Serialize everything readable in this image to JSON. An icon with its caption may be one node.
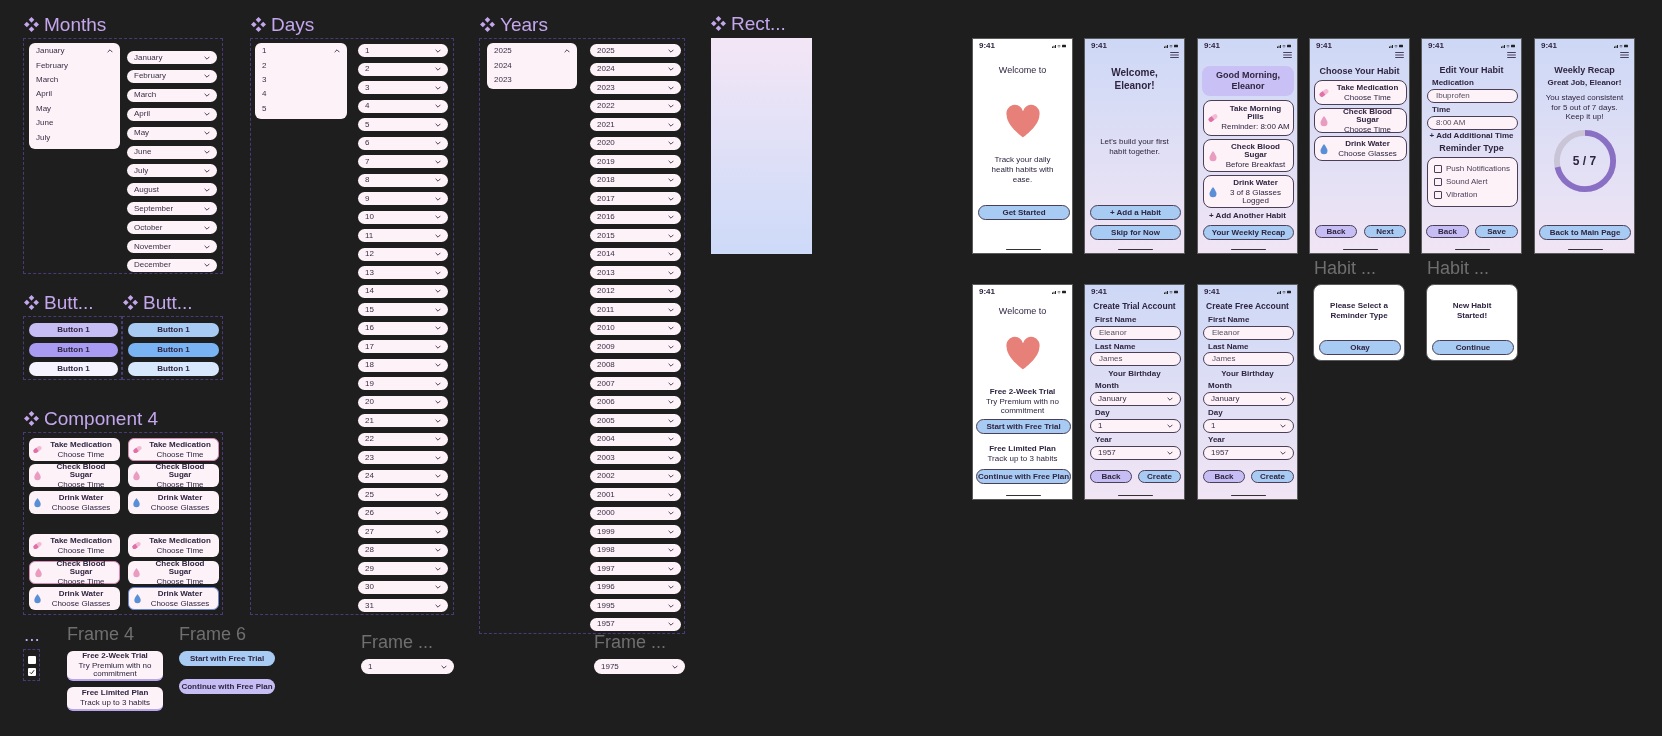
{
  "diagram": {
    "nodes": [
      {
        "text": [
          "Months"
        ]
      },
      {
        "text": [
          "January",
          "February",
          "March",
          "April",
          "May",
          "June",
          "July"
        ],
        "in": 0
      },
      {
        "text": [
          "January"
        ],
        "in": 0
      },
      {
        "text": [
          "February"
        ],
        "in": 0
      },
      {
        "text": [
          "March"
        ],
        "in": 0
      },
      {
        "text": [
          "April"
        ],
        "in": 0
      },
      {
        "text": [
          "May"
        ],
        "in": 0
      },
      {
        "text": [
          "June"
        ],
        "in": 0
      },
      {
        "text": [
          "July"
        ],
        "in": 0
      },
      {
        "text": [
          "August"
        ],
        "in": 0
      },
      {
        "text": [
          "September"
        ],
        "in": 0
      },
      {
        "text": [
          "October"
        ],
        "in": 0
      },
      {
        "text": [
          "November"
        ],
        "in": 0
      },
      {
        "text": [
          "December"
        ],
        "in": 0
      },
      {
        "text": [
          "Butt..."
        ]
      },
      {
        "text": [
          "Button 1"
        ],
        "in": 14
      },
      {
        "text": [
          "Button 1"
        ],
        "in": 14
      },
      {
        "text": [
          "Button 1"
        ],
        "in": 14
      },
      {
        "text": [
          "Butt..."
        ]
      },
      {
        "text": [
          "Button 1"
        ],
        "in": 18
      },
      {
        "text": [
          "Button 1"
        ],
        "in": 18
      },
      {
        "text": [
          "Button 1"
        ],
        "in": 18
      },
      {
        "text": [
          "Component 4"
        ]
      },
      {
        "text": [
          "Take Medication",
          "Choose Time"
        ],
        "in": 22
      },
      {
        "text": [
          "Take Medication",
          "Choose Time"
        ],
        "in": 22
      },
      {
        "text": [
          "Check Blood Sugar",
          "Choose Time"
        ],
        "in": 22
      },
      {
        "text": [
          "Check Blood Sugar",
          "Choose Time"
        ],
        "in": 22
      },
      {
        "text": [
          "Drink Water",
          "Choose Glasses"
        ],
        "in": 22
      },
      {
        "text": [
          "Drink Water",
          "Choose Glasses"
        ],
        "in": 22
      },
      {
        "text": [
          "Take Medication",
          "Choose Time"
        ],
        "in": 22
      },
      {
        "text": [
          "Take Medication",
          "Choose Time"
        ],
        "in": 22
      },
      {
        "text": [
          "Check Blood Sugar",
          "Choose Time"
        ],
        "in": 22
      },
      {
        "text": [
          "Check Blood Sugar",
          "Choose Time"
        ],
        "in": 22
      },
      {
        "text": [
          "Drink Water",
          "Choose Glasses"
        ],
        "in": 22
      },
      {
        "text": [
          "Drink Water",
          "Choose Glasses"
        ],
        "in": 22
      },
      {
        "text": [
          "..."
        ]
      },
      {
        "text": [
          "Frame 4"
        ]
      },
      {
        "text": [
          "Free 2-Week Trial",
          "Try Premium with no commitment"
        ],
        "in": 36
      },
      {
        "text": [
          "Free Limited Plan",
          "Track up to 3 habits"
        ],
        "in": 36
      },
      {
        "text": [
          "Frame 6"
        ]
      },
      {
        "text": [
          "Start with Free Trial"
        ],
        "in": 39
      },
      {
        "text": [
          "Continue with Free Plan"
        ],
        "in": 39
      },
      {
        "text": [
          "Days"
        ]
      },
      {
        "text": [
          "1",
          "2",
          "3",
          "4",
          "5"
        ],
        "in": 42
      },
      {
        "text": [
          "1"
        ],
        "in": 42
      },
      {
        "text": [
          "2"
        ],
        "in": 42
      },
      {
        "text": [
          "3"
        ],
        "in": 42
      },
      {
        "text": [
          "4"
        ],
        "in": 42
      },
      {
        "text": [
          "5"
        ],
        "in": 42
      },
      {
        "text": [
          "6"
        ],
        "in": 42
      },
      {
        "text": [
          "7"
        ],
        "in": 42
      },
      {
        "text": [
          "8"
        ],
        "in": 42
      },
      {
        "text": [
          "9"
        ],
        "in": 42
      },
      {
        "text": [
          "10"
        ],
        "in": 42
      },
      {
        "text": [
          "11"
        ],
        "in": 42
      },
      {
        "text": [
          "12"
        ],
        "in": 42
      },
      {
        "text": [
          "13"
        ],
        "in": 42
      },
      {
        "text": [
          "14"
        ],
        "in": 42
      },
      {
        "text": [
          "15"
        ],
        "in": 42
      },
      {
        "text": [
          "16"
        ],
        "in": 42
      },
      {
        "text": [
          "17"
        ],
        "in": 42
      },
      {
        "text": [
          "18"
        ],
        "in": 42
      },
      {
        "text": [
          "19"
        ],
        "in": 42
      },
      {
        "text": [
          "20"
        ],
        "in": 42
      },
      {
        "text": [
          "21"
        ],
        "in": 42
      },
      {
        "text": [
          "22"
        ],
        "in": 42
      },
      {
        "text": [
          "23"
        ],
        "in": 42
      },
      {
        "text": [
          "24"
        ],
        "in": 42
      },
      {
        "text": [
          "25"
        ],
        "in": 42
      },
      {
        "text": [
          "26"
        ],
        "in": 42
      },
      {
        "text": [
          "27"
        ],
        "in": 42
      },
      {
        "text": [
          "28"
        ],
        "in": 42
      },
      {
        "text": [
          "29"
        ],
        "in": 42
      },
      {
        "text": [
          "30"
        ],
        "in": 42
      },
      {
        "text": [
          "31"
        ],
        "in": 42
      },
      {
        "text": [
          "Frame ..."
        ]
      },
      {
        "text": [
          "1"
        ],
        "in": 75
      },
      {
        "text": [
          "Years"
        ]
      },
      {
        "text": [
          "2025",
          "2024",
          "2023"
        ],
        "in": 77
      },
      {
        "text": [
          "2025"
        ],
        "in": 77
      },
      {
        "text": [
          "2024"
        ],
        "in": 77
      },
      {
        "text": [
          "2023"
        ],
        "in": 77
      },
      {
        "text": [
          "2022"
        ],
        "in": 77
      },
      {
        "text": [
          "2021"
        ],
        "in": 77
      },
      {
        "text": [
          "2020"
        ],
        "in": 77
      },
      {
        "text": [
          "2019"
        ],
        "in": 77
      },
      {
        "text": [
          "2018"
        ],
        "in": 77
      },
      {
        "text": [
          "2017"
        ],
        "in": 77
      },
      {
        "text": [
          "2016"
        ],
        "in": 77
      },
      {
        "text": [
          "2015"
        ],
        "in": 77
      },
      {
        "text": [
          "2014"
        ],
        "in": 77
      },
      {
        "text": [
          "2013"
        ],
        "in": 77
      },
      {
        "text": [
          "2012"
        ],
        "in": 77
      },
      {
        "text": [
          "2011"
        ],
        "in": 77
      },
      {
        "text": [
          "2010"
        ],
        "in": 77
      },
      {
        "text": [
          "2009"
        ],
        "in": 77
      },
      {
        "text": [
          "2008"
        ],
        "in": 77
      },
      {
        "text": [
          "2007"
        ],
        "in": 77
      },
      {
        "text": [
          "2006"
        ],
        "in": 77
      },
      {
        "text": [
          "2005"
        ],
        "in": 77
      },
      {
        "text": [
          "2004"
        ],
        "in": 77
      },
      {
        "text": [
          "2003"
        ],
        "in": 77
      },
      {
        "text": [
          "2002"
        ],
        "in": 77
      },
      {
        "text": [
          "2001"
        ],
        "in": 77
      },
      {
        "text": [
          "2000"
        ],
        "in": 77
      },
      {
        "text": [
          "1999"
        ],
        "in": 77
      },
      {
        "text": [
          "1998"
        ],
        "in": 77
      },
      {
        "text": [
          "1997"
        ],
        "in": 77
      },
      {
        "text": [
          "1996"
        ],
        "in": 77
      },
      {
        "text": [
          "1995"
        ],
        "in": 77
      },
      {
        "text": [
          "1957"
        ],
        "in": 77
      },
      {
        "text": [
          "Frame ..."
        ]
      },
      {
        "text": [
          "1975"
        ],
        "in": 111
      },
      {
        "text": [
          "Rect..."
        ]
      },
      {
        "text": [
          "9:41",
          "Welcome to",
          "Track your daily health habits with ease."
        ]
      },
      {
        "text": [
          "Get Started"
        ],
        "in": 114
      },
      {
        "text": [
          "9:41",
          "Welcome, Eleanor!",
          "Let's build your first habit together."
        ]
      },
      {
        "text": [
          "+ Add a Habit"
        ],
        "in": 116
      },
      {
        "text": [
          "Skip for Now"
        ],
        "in": 116
      },
      {
        "text": [
          "9:41",
          "+ Add Another Habit"
        ]
      },
      {
        "text": [
          "Good Morning, Eleanor"
        ],
        "in": 119
      },
      {
        "text": [
          "Take Morning Pills",
          "Reminder: 8:00 AM"
        ],
        "in": 119
      },
      {
        "text": [
          "Check Blood Sugar",
          "Before Breakfast"
        ],
        "in": 119
      },
      {
        "text": [
          "Drink Water",
          "3 of 8 Glasses Logged"
        ],
        "in": 119
      },
      {
        "text": [
          "Your Weekly Recap"
        ],
        "in": 119
      },
      {
        "text": [
          "9:41",
          "Choose Your Habit"
        ]
      },
      {
        "text": [
          "Take Medication",
          "Choose Time"
        ],
        "in": 125
      },
      {
        "text": [
          "Check Blood Sugar",
          "Choose Time"
        ],
        "in": 125
      },
      {
        "text": [
          "Drink Water",
          "Choose Glasses"
        ],
        "in": 125
      },
      {
        "text": [
          "Back"
        ],
        "in": 125
      },
      {
        "text": [
          "Next"
        ],
        "in": 125
      },
      {
        "text": [
          "9:41",
          "Edit Your Habit",
          "Medication",
          "Time",
          "+ Add Additional Time",
          "Reminder Type"
        ]
      },
      {
        "text": [
          "Ibuprofen"
        ],
        "in": 131
      },
      {
        "text": [
          "8:00 AM"
        ],
        "in": 131
      },
      {
        "text": [
          "Push Notifications",
          "Sound Alert",
          "Vibration"
        ],
        "in": 131
      },
      {
        "text": [
          "Back"
        ],
        "in": 131
      },
      {
        "text": [
          "Save"
        ],
        "in": 131
      },
      {
        "text": [
          "9:41",
          "Weekly Recap",
          "Great Job, Eleanor!",
          "You stayed consistent for 5 out of 7 days. Keep it up!",
          "5 / 7"
        ]
      },
      {
        "text": [
          "Back to Main Page"
        ],
        "in": 137
      },
      {
        "text": [
          "9:41",
          "Welcome to",
          "Free 2-Week Trial",
          "Try Premium with no commitment",
          "Free Limited Plan",
          "Track up to 3 habits"
        ]
      },
      {
        "text": [
          "Start with Free Trial"
        ],
        "in": 139
      },
      {
        "text": [
          "Continue with Free Plan"
        ],
        "in": 139
      },
      {
        "text": [
          "9:41",
          "Create Trial Account",
          "First Name",
          "Last Name",
          "Your Birthday",
          "Month",
          "Day",
          "Year"
        ]
      },
      {
        "text": [
          "Eleanor"
        ],
        "in": 142
      },
      {
        "text": [
          "James"
        ],
        "in": 142
      },
      {
        "text": [
          "January"
        ],
        "in": 142
      },
      {
        "text": [
          "1"
        ],
        "in": 142
      },
      {
        "text": [
          "1957"
        ],
        "in": 142
      },
      {
        "text": [
          "Back"
        ],
        "in": 142
      },
      {
        "text": [
          "Create"
        ],
        "in": 142
      },
      {
        "text": [
          "9:41",
          "Create Free Account",
          "First Name",
          "Last Name",
          "Your Birthday",
          "Month",
          "Day",
          "Year"
        ]
      },
      {
        "text": [
          "Eleanor"
        ],
        "in": 150
      },
      {
        "text": [
          "James"
        ],
        "in": 150
      },
      {
        "text": [
          "January"
        ],
        "in": 150
      },
      {
        "text": [
          "1"
        ],
        "in": 150
      },
      {
        "text": [
          "1957"
        ],
        "in": 150
      },
      {
        "text": [
          "Back"
        ],
        "in": 150
      },
      {
        "text": [
          "Create"
        ],
        "in": 150
      },
      {
        "text": [
          "Habit ...",
          "Please Select a Reminder Type"
        ]
      },
      {
        "text": [
          "Okay"
        ],
        "in": 158
      },
      {
        "text": [
          "Habit ...",
          "New Habit Started!"
        ]
      },
      {
        "text": [
          "Continue"
        ],
        "in": 160
      }
    ]
  }
}
